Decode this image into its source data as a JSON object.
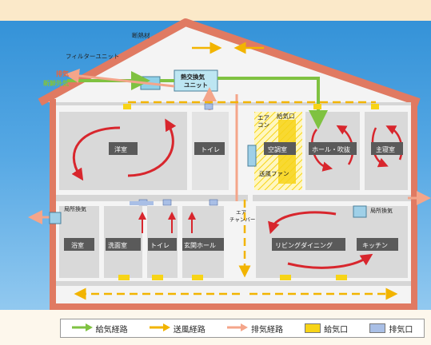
{
  "labels": {
    "insulation": "断熱材",
    "filter_unit": "フィルターユニット",
    "exhaust": "排気",
    "fresh_air": "新鮮外気",
    "hrv_line1": "熱交換気",
    "hrv_line2": "ユニット",
    "aircon_line1": "エア",
    "aircon_line2": "コン",
    "supply_port": "給気口",
    "fan": "送風ファン",
    "chamber_line1": "エア",
    "chamber_line2": "チャンバー",
    "local_vent_left": "局所換気",
    "local_vent_right": "局所換気"
  },
  "rooms": {
    "western": "洋室",
    "toilet_upper": "トイレ",
    "ac_room": "空調室",
    "hall": "ホール・吹抜",
    "master": "主寝室",
    "bath": "浴室",
    "washroom": "洗面室",
    "toilet_lower": "トイレ",
    "entrance": "玄関ホール",
    "living": "リビングダイニング",
    "kitchen": "キッチン"
  },
  "legend": [
    {
      "label": "給気経路",
      "kind": "arrow",
      "color": "#7fc241"
    },
    {
      "label": "送風経路",
      "kind": "arrow",
      "color": "#f2b400"
    },
    {
      "label": "排気経路",
      "kind": "arrow",
      "color": "#f4a58a"
    },
    {
      "label": "給気口",
      "kind": "box",
      "color": "#f7d417"
    },
    {
      "label": "排気口",
      "kind": "box",
      "color": "#a9bfe6"
    }
  ],
  "colors": {
    "wall": "#e07a62",
    "supply": "#7fc241",
    "blow": "#f2b400",
    "exhaust": "#f4a58a",
    "supply_port": "#f7d417",
    "exhaust_port": "#a9bfe6",
    "circulation": "#d8262d"
  }
}
